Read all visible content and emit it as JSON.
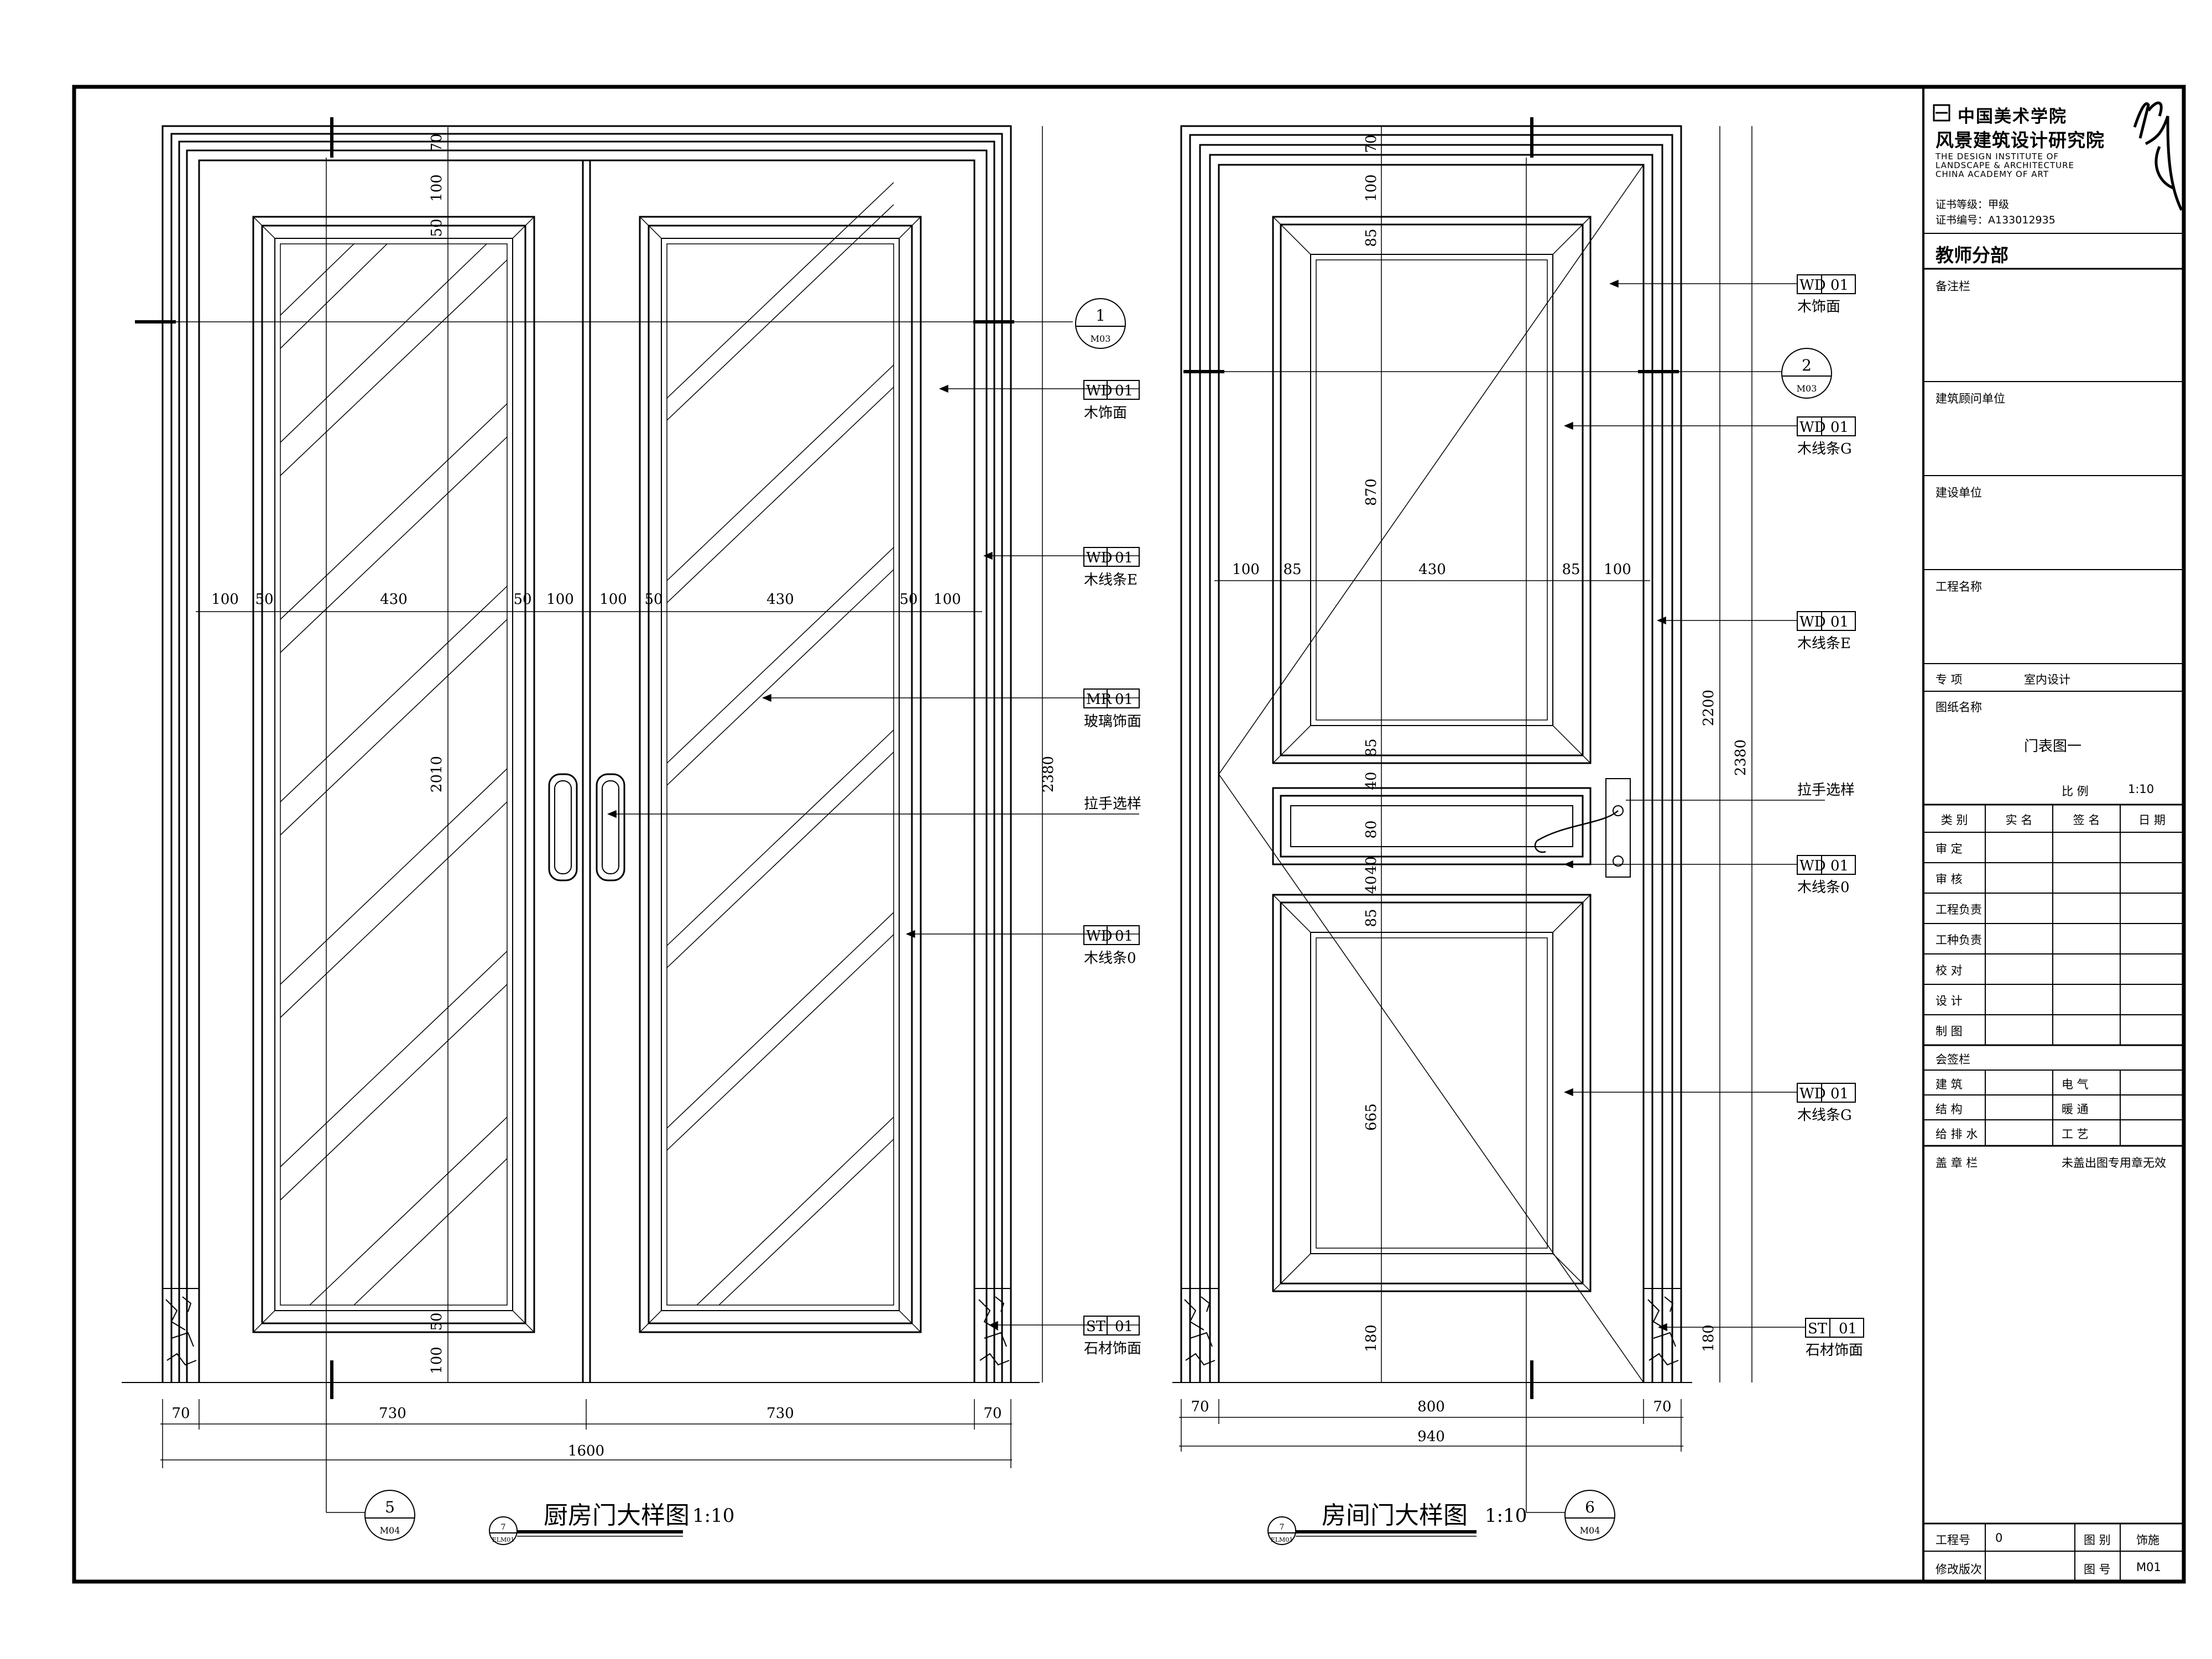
{
  "left": {
    "title": "厨房门大样图",
    "scale": "1:10",
    "title_bubble": {
      "num": "7",
      "sheet": "ELM01"
    },
    "top_dims": [
      "100",
      "50",
      "430",
      "50",
      "100",
      "100",
      "50",
      "430",
      "50",
      "100"
    ],
    "bottom_dims": [
      "70",
      "730",
      "730",
      "70"
    ],
    "overall_width": "1600",
    "vertical_dims": [
      "70",
      "100",
      "50",
      "2010",
      "50",
      "100"
    ],
    "overall_height": "2380",
    "callouts": [
      {
        "code": "WD",
        "num": "01",
        "label": "木饰面"
      },
      {
        "code": "WD",
        "num": "01",
        "label": "木线条E"
      },
      {
        "code": "MR",
        "num": "01",
        "label": "玻璃饰面"
      },
      {
        "code": "",
        "num": "",
        "label": "拉手选样"
      },
      {
        "code": "WD",
        "num": "01",
        "label": "木线条0"
      },
      {
        "code": "ST",
        "num": "01",
        "label": "石材饰面"
      }
    ],
    "markers": [
      {
        "num": "1",
        "sheet": "M03"
      },
      {
        "num": "5",
        "sheet": "M04"
      }
    ]
  },
  "right": {
    "title": "房间门大样图",
    "scale": "1:10",
    "title_bubble": {
      "num": "7",
      "sheet": "ELM01"
    },
    "top_dims": [
      "100",
      "85",
      "430",
      "85",
      "100"
    ],
    "bottom_dims": [
      "70",
      "800",
      "70"
    ],
    "overall_width": "940",
    "vertical_dims": [
      "70",
      "100",
      "85",
      "870",
      "85",
      "40",
      "80",
      "40",
      "40",
      "85",
      "665",
      "180"
    ],
    "leaf_height": "2200",
    "overall_height": "2380",
    "base_height": "180",
    "callouts": [
      {
        "code": "WD",
        "num": "01",
        "label": "木饰面"
      },
      {
        "code": "WD",
        "num": "01",
        "label": "木线条G"
      },
      {
        "code": "WD",
        "num": "01",
        "label": "木线条E"
      },
      {
        "code": "",
        "num": "",
        "label": "拉手选样"
      },
      {
        "code": "WD",
        "num": "01",
        "label": "木线条0"
      },
      {
        "code": "WD",
        "num": "01",
        "label": "木线条G"
      },
      {
        "code": "ST",
        "num": "01",
        "label": "石材饰面"
      }
    ],
    "markers": [
      {
        "num": "2",
        "sheet": "M03"
      },
      {
        "num": "6",
        "sheet": "M04"
      }
    ]
  },
  "title_block": {
    "org_cn_1": "中国美术学院",
    "org_cn_2": "风景建筑设计研究院",
    "org_en": [
      "THE DESIGN INSTITUTE OF",
      "LANDSCAPE & ARCHITECTURE",
      "CHINA ACADEMY OF ART"
    ],
    "cert_grade": "证书等级：甲级",
    "cert_no": "证书编号：A133012935",
    "dept": "教师分部",
    "rows": [
      "备注栏",
      "建筑顾问单位",
      "建设单位",
      "工程名称"
    ],
    "major_label": "专    项",
    "major_value": "室内设计",
    "drawing_name_label": "图纸名称",
    "drawing_name": "门表图一",
    "scale_label": "比    例",
    "scale_value": "1:10",
    "sign_headers": [
      "类  别",
      "实  名",
      "签  名",
      "日  期"
    ],
    "sign_rows": [
      "审    定",
      "审    核",
      "工程负责",
      "工种负责",
      "校    对",
      "设    计",
      "制    图"
    ],
    "countersign": "会签栏",
    "disciplines": [
      [
        "建    筑",
        "电    气"
      ],
      [
        "结    构",
        "暖    通"
      ],
      [
        "给 排 水",
        "工    艺"
      ]
    ],
    "stamp_label": "盖 章 栏",
    "stamp_note": "未盖出图专用章无效",
    "project_no_label": "工程号",
    "project_no": "0",
    "category_label": "图    别",
    "category": "饰施",
    "revision_label": "修改版次",
    "drawing_no_label": "图    号",
    "drawing_no": "M01"
  }
}
